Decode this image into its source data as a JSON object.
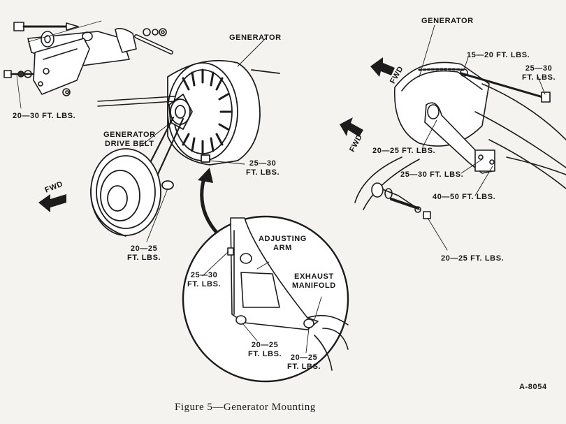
{
  "labels": {
    "generator_left": "GENERATOR",
    "generator_right": "GENERATOR",
    "bracket_torque": "20—30 FT. LBS.",
    "belt_line1": "GENERATOR",
    "belt_line2": "DRIVE BELT",
    "pivot_line1": "25—30",
    "pivot_line2": "FT. LBS.",
    "pulley_line1": "20—25",
    "pulley_line2": "FT. LBS.",
    "fwd_left": "FWD",
    "fwd_right_top": "FWD",
    "fwd_right_mid": "FWD",
    "r_15_20": "15—20 FT. LBS.",
    "r_25_30_line1": "25—30",
    "r_25_30_line2": "FT. LBS.",
    "r_20_25": "20—25 FT. LBS.",
    "r_25_30_mid": "25—30 FT. LBS.",
    "r_40_50": "40—50 FT. LBS.",
    "r_20_25_bottom": "20—25 FT. LBS.",
    "adj_line1": "ADJUSTING",
    "adj_line2": "ARM",
    "exh_line1": "EXHAUST",
    "exh_line2": "MANIFOLD",
    "c_25_30_line1": "25—30",
    "c_25_30_line2": "FT. LBS.",
    "c_20_25a_line1": "20—25",
    "c_20_25a_line2": "FT. LBS.",
    "c_20_25b_line1": "20—25",
    "c_20_25b_line2": "FT. LBS."
  },
  "caption": "Figure 5—Generator Mounting",
  "ref_id": "A-8054"
}
